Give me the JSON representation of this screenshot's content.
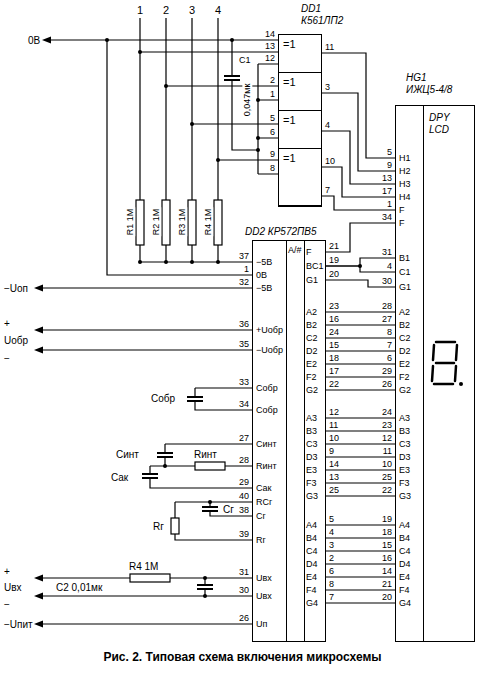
{
  "diagram": {
    "caption": "Рис. 2. Типовая схема включения микросхемы",
    "nodes": [
      {
        "text": [
          "DD1",
          "К561ЛП2"
        ]
      },
      {
        "text": [
          "=1"
        ],
        "in": 0
      },
      {
        "text": [
          "=1"
        ],
        "in": 0
      },
      {
        "text": [
          "=1"
        ],
        "in": 0
      },
      {
        "text": [
          "=1"
        ],
        "in": 0
      },
      {
        "text": [
          "DD2 КР572ПВ5",
          "A/#"
        ]
      },
      {
        "text": [
          "HG1",
          "ИЖЦ5-4/8",
          "DPY LCD"
        ]
      }
    ],
    "edges": [
      {
        "from": 1,
        "to": 6,
        "arrow": "none"
      },
      {
        "from": 2,
        "to": 6,
        "arrow": "none"
      },
      {
        "from": 3,
        "to": 6,
        "arrow": "none"
      },
      {
        "from": 4,
        "to": 6,
        "arrow": "none"
      },
      {
        "from": 0,
        "to": 6,
        "arrow": "none"
      },
      {
        "from": 0,
        "to": 5,
        "arrow": "none"
      },
      {
        "from": 5,
        "to": 6,
        "arrow": "none"
      },
      {
        "from": 5,
        "to": 6,
        "arrow": "none"
      },
      {
        "from": 5,
        "to": 6,
        "arrow": "none"
      },
      {
        "from": 5,
        "to": 6,
        "arrow": "none"
      },
      {
        "from": 5,
        "to": 6,
        "arrow": "none"
      },
      {
        "from": 5,
        "to": 6,
        "arrow": "none"
      },
      {
        "from": 5,
        "to": 6,
        "arrow": "none"
      },
      {
        "from": 5,
        "to": 6,
        "arrow": "none"
      },
      {
        "from": 5,
        "to": 6,
        "arrow": "none"
      },
      {
        "from": 5,
        "to": 6,
        "arrow": "none"
      },
      {
        "from": 5,
        "to": 6,
        "arrow": "none"
      },
      {
        "from": 5,
        "to": 6,
        "arrow": "none"
      },
      {
        "from": 5,
        "to": 6,
        "arrow": "none"
      },
      {
        "from": 5,
        "to": 6,
        "arrow": "none"
      },
      {
        "from": 5,
        "to": 6,
        "arrow": "none"
      },
      {
        "from": 5,
        "to": 6,
        "arrow": "none"
      },
      {
        "from": 5,
        "to": 6,
        "arrow": "none"
      },
      {
        "from": 5,
        "to": 6,
        "arrow": "none"
      },
      {
        "from": 5,
        "to": 6,
        "arrow": "none"
      },
      {
        "from": 5,
        "to": 6,
        "arrow": "none"
      },
      {
        "from": 5,
        "to": 6,
        "arrow": "none"
      },
      {
        "from": 5,
        "to": 6,
        "arrow": "none"
      },
      {
        "from": 5,
        "to": 6,
        "arrow": "none"
      },
      {
        "from": 5,
        "to": 6,
        "arrow": "none"
      },
      {
        "from": 5,
        "to": 6,
        "arrow": "none"
      }
    ],
    "labels": [
      "1",
      "2",
      "3",
      "4",
      "0В",
      "14",
      "13",
      "12",
      "2",
      "1",
      "5",
      "6",
      "9",
      "8",
      "11",
      "3",
      "4",
      "10",
      "7",
      "C1",
      "0,047мк",
      "R1 1M",
      "R2 1M",
      "R3 1M",
      "R4 1M",
      "37",
      "1",
      "32",
      "36",
      "35",
      "33",
      "34",
      "27",
      "28",
      "29",
      "40",
      "38",
      "39",
      "31",
      "30",
      "26",
      "−5В",
      "0В",
      "−5В",
      "+Uобр",
      "−Uобр",
      "Cобр",
      "Cобр",
      "Cинт",
      "Rинт",
      "Cак",
      "RCг",
      "Cг",
      "Rг",
      "Uвх",
      "Uвх",
      "Uп",
      "F",
      "BC1",
      "G1",
      "A2",
      "B2",
      "C2",
      "D2",
      "E2",
      "F2",
      "G2",
      "A3",
      "B3",
      "C3",
      "D3",
      "E3",
      "F3",
      "G3",
      "A4",
      "B4",
      "C4",
      "D4",
      "E4",
      "F4",
      "G4",
      "21",
      "19",
      "20",
      "23",
      "16",
      "24",
      "15",
      "18",
      "17",
      "22",
      "12",
      "11",
      "10",
      "9",
      "14",
      "13",
      "25",
      "5",
      "4",
      "3",
      "2",
      "6",
      "8",
      "7",
      "5",
      "9",
      "13",
      "17",
      "1",
      "34",
      "31",
      "4",
      "30",
      "28",
      "27",
      "8",
      "7",
      "6",
      "29",
      "26",
      "24",
      "23",
      "12",
      "11",
      "10",
      "25",
      "22",
      "19",
      "18",
      "15",
      "16",
      "14",
      "21",
      "20",
      "H1",
      "H2",
      "H3",
      "H4",
      "F",
      "F",
      "B1",
      "C1",
      "G1",
      "A2",
      "B2",
      "C2",
      "D2",
      "E2",
      "F2",
      "G2",
      "A3",
      "B3",
      "C3",
      "D3",
      "E3",
      "F3",
      "G3",
      "A4",
      "B4",
      "C4",
      "D4",
      "E4",
      "F4",
      "G4",
      "−Uоп",
      "+",
      "Uобр",
      "−",
      "Cобр",
      "Cинт",
      "Rинт",
      "Cак",
      "Cг",
      "Rг",
      "R4 1M",
      "C2 0,01мк",
      "+",
      "Uвх",
      "−",
      "−Uпит"
    ]
  }
}
